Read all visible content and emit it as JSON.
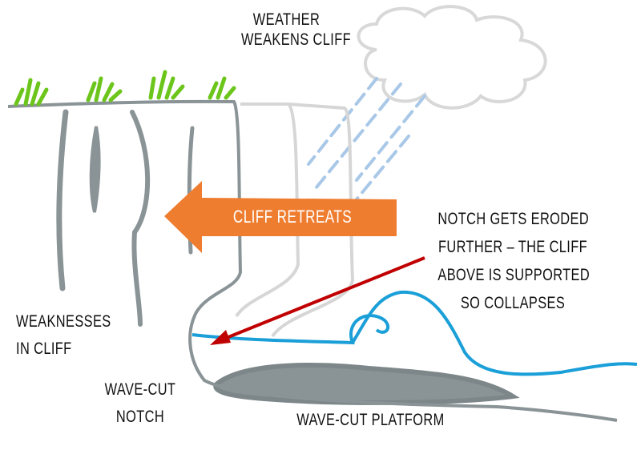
{
  "labels": {
    "weather": [
      "WEATHER",
      "WEAKENS CLIFF"
    ],
    "retreat": "CLIFF RETREATS",
    "notch_eroded": [
      "NOTCH GETS ERODED",
      "FURTHER – THE CLIFF",
      "ABOVE IS SUPPORTED",
      "SO COLLAPSES"
    ],
    "weaknesses": [
      "WEAKNESSES",
      "IN CLIFF"
    ],
    "notch": [
      "WAVE-CUT",
      "NOTCH"
    ],
    "platform": "WAVE-CUT PLATFORM"
  },
  "colors": {
    "cliff": "#8a9396",
    "old_cliff": "#d3d3d3",
    "grass": "#6cc51a",
    "rain": "#a9c8e8",
    "arrow": "#ef7d30",
    "pointer": "#c00000",
    "water": "#1a9fd8"
  }
}
